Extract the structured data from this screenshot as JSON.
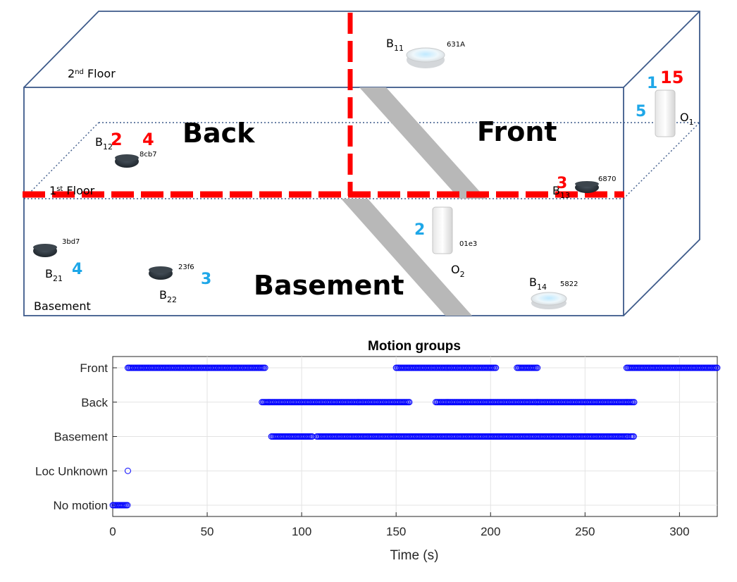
{
  "diagram": {
    "zones": {
      "front": "Front",
      "back": "Back",
      "basement": "Basement"
    },
    "floors": {
      "second": "2",
      "second_sup": "nd",
      "second_rest": " Floor",
      "first": "1",
      "first_sup": "st",
      "first_rest": " Floor",
      "basement": "Basement"
    },
    "devices": {
      "b11": {
        "name": "B",
        "sub": "11",
        "mac": "631A"
      },
      "b12": {
        "name": "B",
        "sub": "12",
        "mac": "8cb7"
      },
      "b13": {
        "name": "B",
        "sub": "13",
        "mac": "6870"
      },
      "b14": {
        "name": "B",
        "sub": "14",
        "mac": "5822"
      },
      "b21": {
        "name": "B",
        "sub": "21",
        "mac": "3bd7"
      },
      "b22": {
        "name": "B",
        "sub": "22",
        "mac": "23f6"
      },
      "o1": {
        "name": "O",
        "sub": "1"
      },
      "o2": {
        "name": "O",
        "sub": "2",
        "mac": "01e3"
      }
    },
    "red_numbers": {
      "b12_a": "2",
      "b12_b": "4",
      "o1": "15",
      "b13": "3"
    },
    "blue_numbers": {
      "o1_top": "1",
      "o1_left": "5",
      "o2": "2",
      "b21": "4",
      "b22": "3"
    },
    "colors": {
      "red": "#ff0000",
      "blue": "#1ea7e8",
      "box": "#3d5a8a",
      "ramp": "#b8b8b8"
    }
  },
  "chart_data": {
    "type": "scatter",
    "title": "Motion groups",
    "xlabel": "Time (s)",
    "ylabel": "",
    "xlim": [
      0,
      320
    ],
    "xticks": [
      0,
      50,
      100,
      150,
      200,
      250,
      300
    ],
    "categories": [
      "No motion",
      "Loc Unknown",
      "Basement",
      "Back",
      "Front"
    ],
    "grid": true,
    "marker": "circle",
    "color": "#0000ff",
    "segments": {
      "Front": [
        [
          8,
          81
        ],
        [
          150,
          203
        ],
        [
          214,
          225
        ],
        [
          272,
          320
        ]
      ],
      "Back": [
        [
          79,
          157
        ],
        [
          171,
          276
        ]
      ],
      "Basement": [
        [
          84,
          106
        ],
        [
          108,
          273
        ],
        [
          274,
          276
        ]
      ],
      "Loc Unknown": [
        [
          8,
          8
        ]
      ],
      "No motion": [
        [
          0,
          8
        ]
      ]
    },
    "sample_step_s": 0.6
  }
}
